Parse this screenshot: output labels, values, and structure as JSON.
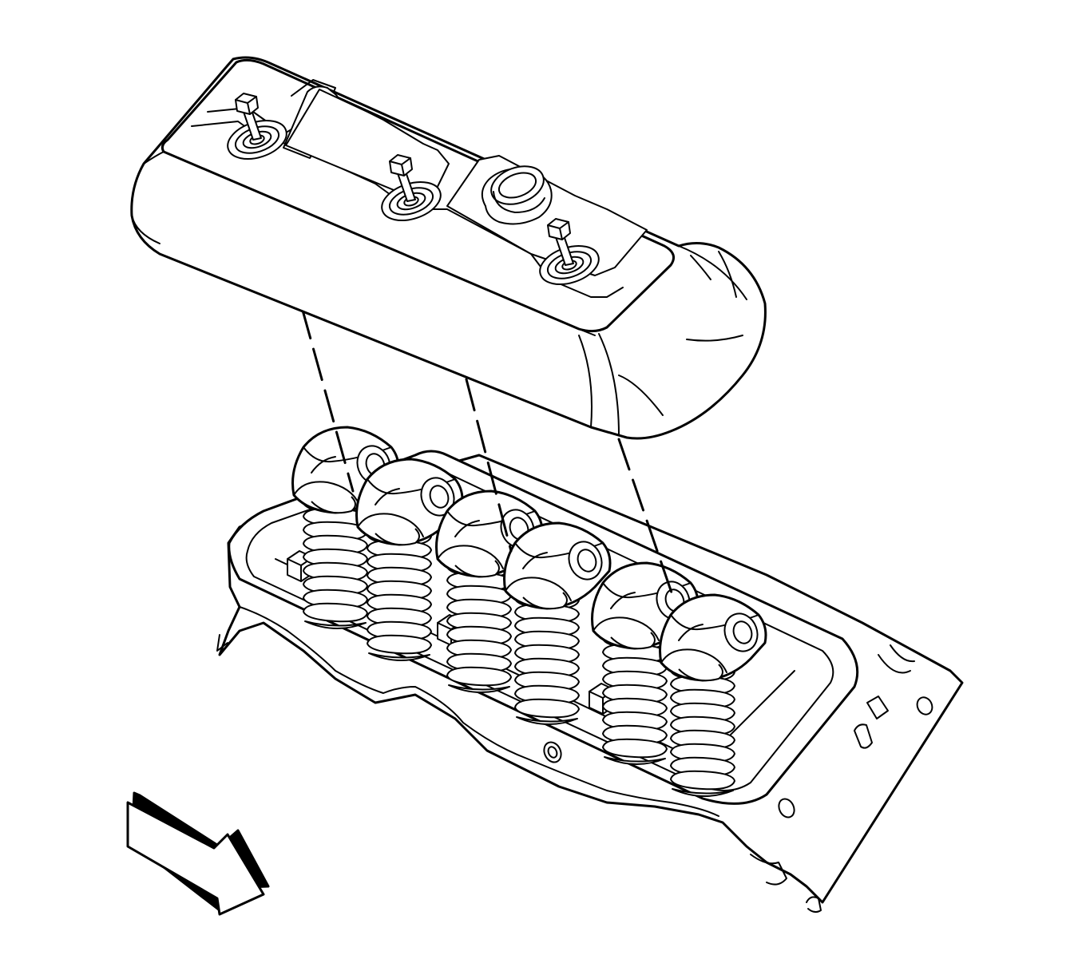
{
  "diagram": {
    "kind": "exploded-assembly-line-drawing",
    "text_labels": [],
    "parts": [
      {
        "key": "valve_cover",
        "name": "valve-rocker-arm-cover"
      },
      {
        "key": "cover_bolts",
        "name": "cover-bolt",
        "count": 3
      },
      {
        "key": "oil_fill",
        "name": "oil-fill-opening"
      },
      {
        "key": "rocker_arms",
        "name": "rocker-arm",
        "count": 6
      },
      {
        "key": "valve_springs",
        "name": "valve-spring",
        "count": 6
      },
      {
        "key": "cylinder_head",
        "name": "cylinder-head"
      },
      {
        "key": "alignment_lines",
        "name": "bolt-alignment-line",
        "count": 3
      },
      {
        "key": "direction_arrow",
        "name": "view-direction-arrow-icon"
      }
    ],
    "colors": {
      "stroke": "#000000",
      "fill": "#ffffff"
    }
  }
}
